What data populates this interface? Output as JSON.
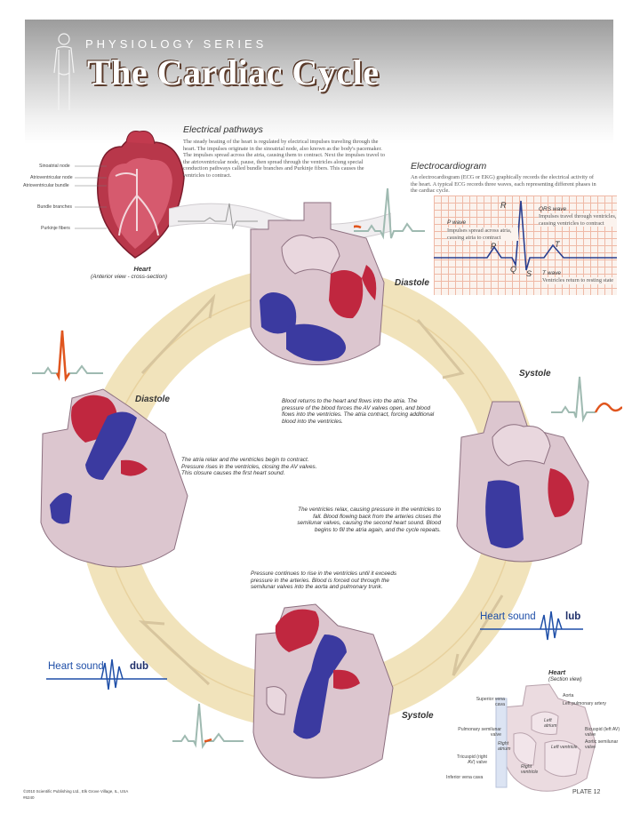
{
  "header": {
    "series": "PHYSIOLOGY SERIES",
    "title": "The Cardiac Cycle"
  },
  "electrical": {
    "title": "Electrical pathways",
    "body": "The steady beating of the heart is regulated by electrical impulses traveling through the heart. The impulses originate in the sinoatrial node, also known as the body's pacemaker. The impulses spread across the atria, causing them to contract. Next the impulses travel to the atrioventricular node, pause, then spread through the ventricles along special conduction pathways called bundle branches and Purkinje fibers. This causes the ventricles to contract.",
    "labels": [
      "Sinoatrial node",
      "Atrioventricular node",
      "Atrioventricular bundle",
      "Bundle branches",
      "Purkinje fibers"
    ],
    "heart_title": "Heart",
    "heart_subtitle": "(Anterior view - cross-section)"
  },
  "ecg": {
    "title": "Electrocardiogram",
    "body": "An electrocardiogram (ECG or EKG) graphically records the electrical activity of the heart. A typical ECG records three waves, each representing different phases in the cardiac cycle.",
    "p_title": "P wave",
    "p_desc": "Impulses spread across atria, causing atria to contract",
    "qrs_title": "QRS wave",
    "qrs_desc": "Impulses travel through ventricles, causing ventricles to contract",
    "t_title": "T wave",
    "t_desc": "Ventricles return to resting state",
    "letters": {
      "p": "P",
      "q": "Q",
      "r": "R",
      "s": "S",
      "t": "T"
    }
  },
  "cycle": {
    "diastole_top": "Diastole",
    "systole_right": "Systole",
    "diastole_left": "Diastole",
    "systole_bottom": "Systole",
    "text_center_top": "Blood returns to the heart and flows into the atria. The pressure of the blood forces the AV valves open, and blood flows into the ventricles. The atria contract, forcing additional blood into the ventricles.",
    "text_left": "The atria relax and the ventricles begin to contract. Pressure rises in the ventricles, closing the AV valves. This closure causes the first heart sound.",
    "text_right": "The ventricles relax, causing pressure in the ventricles to fall. Blood flowing back from the arteries closes the semilunar valves, causing the second heart sound. Blood begins to fill the atria again, and the cycle repeats.",
    "text_center_bottom": "Pressure continues to rise in the ventricles until it exceeds pressure in the arteries. Blood is forced out through the semilunar valves into the aorta and pulmonary trunk."
  },
  "sounds": {
    "label": "Heart sound",
    "lub": "lub",
    "dub": "dub"
  },
  "section_heart": {
    "title": "Heart",
    "subtitle": "(Section view)",
    "labels_left": [
      "Superior vena cava",
      "Pulmonary semilunar valve",
      "Tricuspid (right AV) valve",
      "Inferior vena cava"
    ],
    "labels_right": [
      "Aorta",
      "Left pulmonary artery",
      "Bicuspid (left AV) valve",
      "Aortic semilunar valve"
    ],
    "chambers": [
      "Left atrium",
      "Right atrium",
      "Left ventricle",
      "Right ventricle"
    ]
  },
  "footer": {
    "copyright": "©2010 Scientific Publishing Ltd., Elk Grove Village, IL, USA",
    "code": "#6240",
    "plate": "PLATE 12"
  },
  "colors": {
    "oxygenated": "#c0273f",
    "deoxygenated": "#3b3aa0",
    "tissue": "#dcc3cc",
    "cycle_ring": "#f0dfb0",
    "ecg_highlight": "#e0551e",
    "sound_wave": "#1f4fa8"
  }
}
